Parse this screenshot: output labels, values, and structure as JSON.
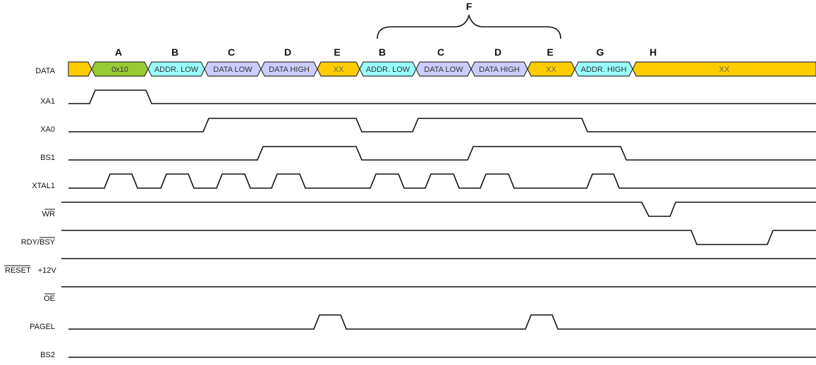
{
  "brace_label": "F",
  "phase_labels": [
    "A",
    "B",
    "C",
    "D",
    "E",
    "B",
    "C",
    "D",
    "E",
    "G",
    "H"
  ],
  "signals": [
    {
      "name": "DATA"
    },
    {
      "name": "XA1"
    },
    {
      "name": "XA0"
    },
    {
      "name": "BS1"
    },
    {
      "name": "XTAL1"
    },
    {
      "name": "WR",
      "overbar": true
    },
    {
      "name": "RDY/BSY",
      "overbar_part": "BSY",
      "plain_part": "RDY/"
    },
    {
      "name": "RESET +12V",
      "overbar_part": "RESET",
      "plain_part": "+12V"
    },
    {
      "name": "OE",
      "overbar": true
    },
    {
      "name": "PAGEL"
    },
    {
      "name": "BS2"
    }
  ],
  "data_bus": [
    {
      "label": "",
      "color": "#ffcc00"
    },
    {
      "label": "0x10",
      "color": "#99cc33"
    },
    {
      "label": "ADDR. LOW",
      "color": "#99ffff"
    },
    {
      "label": "DATA LOW",
      "color": "#ccccff"
    },
    {
      "label": "DATA HIGH",
      "color": "#ccccff"
    },
    {
      "label": "XX",
      "color": "#ffcc00"
    },
    {
      "label": "ADDR. LOW",
      "color": "#99ffff"
    },
    {
      "label": "DATA LOW",
      "color": "#ccccff"
    },
    {
      "label": "DATA HIGH",
      "color": "#ccccff"
    },
    {
      "label": "XX",
      "color": "#ffcc00"
    },
    {
      "label": "ADDR. HIGH",
      "color": "#99ffff"
    },
    {
      "label": "XX",
      "color": "#ffcc00"
    }
  ]
}
